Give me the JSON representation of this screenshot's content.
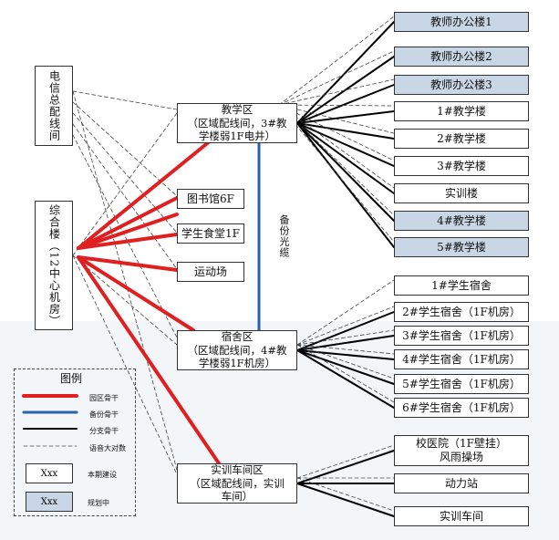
{
  "nodes": {
    "telecom": "电信总配线间",
    "zonghe": "综合楼（12中心机房）",
    "teaching": "教学区\n（区域配线间，3#教\n学楼弱1F电井）",
    "dorm": "宿舍区\n（区域配线间，4#教\n学楼弱1F机房）",
    "workshop": "实训车间区\n（区域配线间，实训\n车间）",
    "library": "图书馆6F",
    "canteen": "学生食堂1F",
    "sports": "运动场"
  },
  "teaching_leaves": [
    {
      "label": "教师办公楼1",
      "planned": true
    },
    {
      "label": "教师办公楼2",
      "planned": true
    },
    {
      "label": "教师办公楼3",
      "planned": true
    },
    {
      "label": "1#教学楼",
      "planned": false
    },
    {
      "label": "2#教学楼",
      "planned": false
    },
    {
      "label": "3#教学楼",
      "planned": false
    },
    {
      "label": "实训楼",
      "planned": false
    },
    {
      "label": "4#教学楼",
      "planned": true
    },
    {
      "label": "5#教学楼",
      "planned": true
    }
  ],
  "dorm_leaves": [
    {
      "label": "1#学生宿舍",
      "planned": false
    },
    {
      "label": "2#学生宿舍（1F机房）",
      "planned": false
    },
    {
      "label": "3#学生宿舍（1F机房）",
      "planned": false
    },
    {
      "label": "4#学生宿舍（1F机房）",
      "planned": false
    },
    {
      "label": "5#学生宿舍（1F机房）",
      "planned": false
    },
    {
      "label": "6#学生宿舍（1F机房）",
      "planned": false
    }
  ],
  "workshop_leaves": [
    {
      "label": "校医院（1F壁挂）\n风雨操场",
      "planned": false
    },
    {
      "label": "动力站",
      "planned": false
    },
    {
      "label": "实训车间",
      "planned": false
    }
  ],
  "backup_label": "备份光缆",
  "legend": {
    "title": "图例",
    "items": [
      "园区骨干",
      "备份骨干",
      "分支骨干",
      "语音大对数"
    ],
    "box_current": "Xxx",
    "box_current_label": "本期建设",
    "box_planned": "Xxx",
    "box_planned_label": "规划中"
  },
  "colors": {
    "campus_backbone": "#e02020",
    "backup_backbone": "#2a62b0",
    "branch_backbone": "#000000",
    "voice_cable": "#444444",
    "planned_fill": "#c8d6e6"
  }
}
